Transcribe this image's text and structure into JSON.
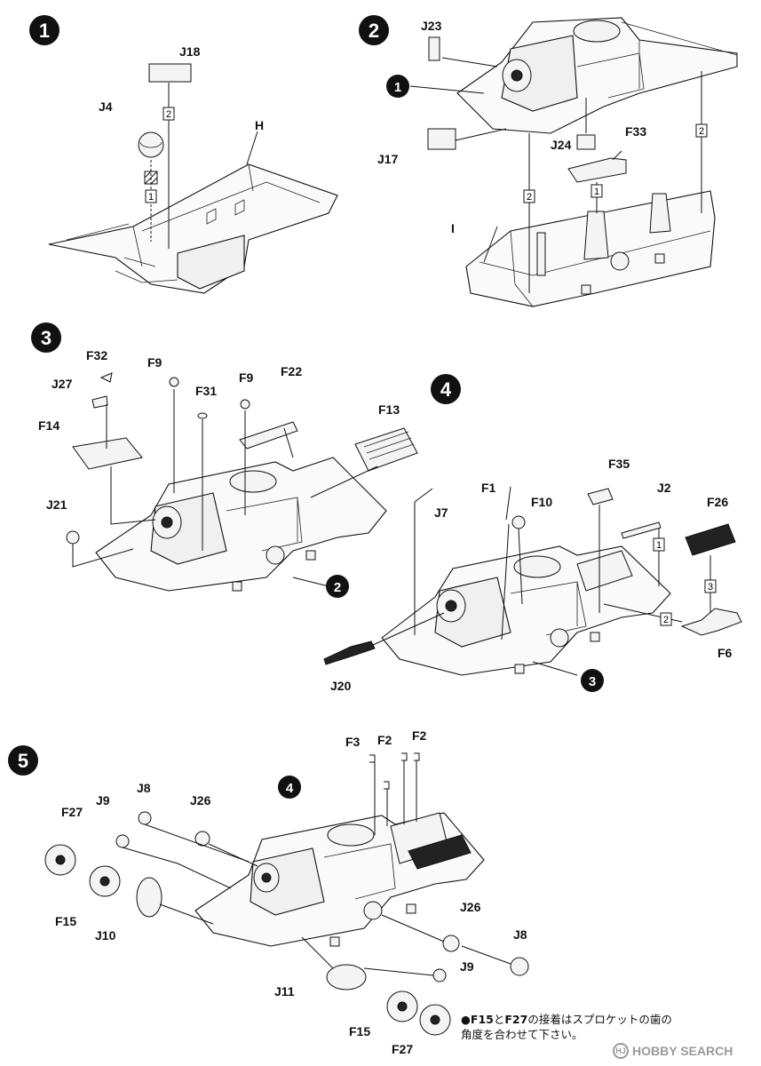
{
  "steps": [
    "1",
    "2",
    "3",
    "4",
    "5"
  ],
  "ref_steps": [
    "1",
    "2",
    "3",
    "4"
  ],
  "parts": {
    "J18": "J18",
    "J4": "J4",
    "H": "H",
    "J23": "J23",
    "J17": "J17",
    "J24": "J24",
    "F33": "F33",
    "I": "I",
    "F32": "F32",
    "F9": "F9",
    "J27": "J27",
    "F14": "F14",
    "F31": "F31",
    "F22": "F22",
    "F13": "F13",
    "J21": "J21",
    "F35": "F35",
    "F1": "F1",
    "F10": "F10",
    "J2": "J2",
    "F26": "F26",
    "J7": "J7",
    "F6": "F6",
    "J20": "J20",
    "F3": "F3",
    "F2": "F2",
    "J9": "J9",
    "J8": "J8",
    "J26": "J26",
    "F27": "F27",
    "F15": "F15",
    "J10": "J10",
    "J11": "J11"
  },
  "sequence": [
    "1",
    "2",
    "3"
  ],
  "note": {
    "part_a": "F15",
    "connector": "と",
    "part_b": "F27",
    "text": "の接着はスプロケットの歯の角度を合わせて下さい。"
  },
  "watermark": {
    "logo": "HJ",
    "text": "HOBBY SEARCH"
  }
}
